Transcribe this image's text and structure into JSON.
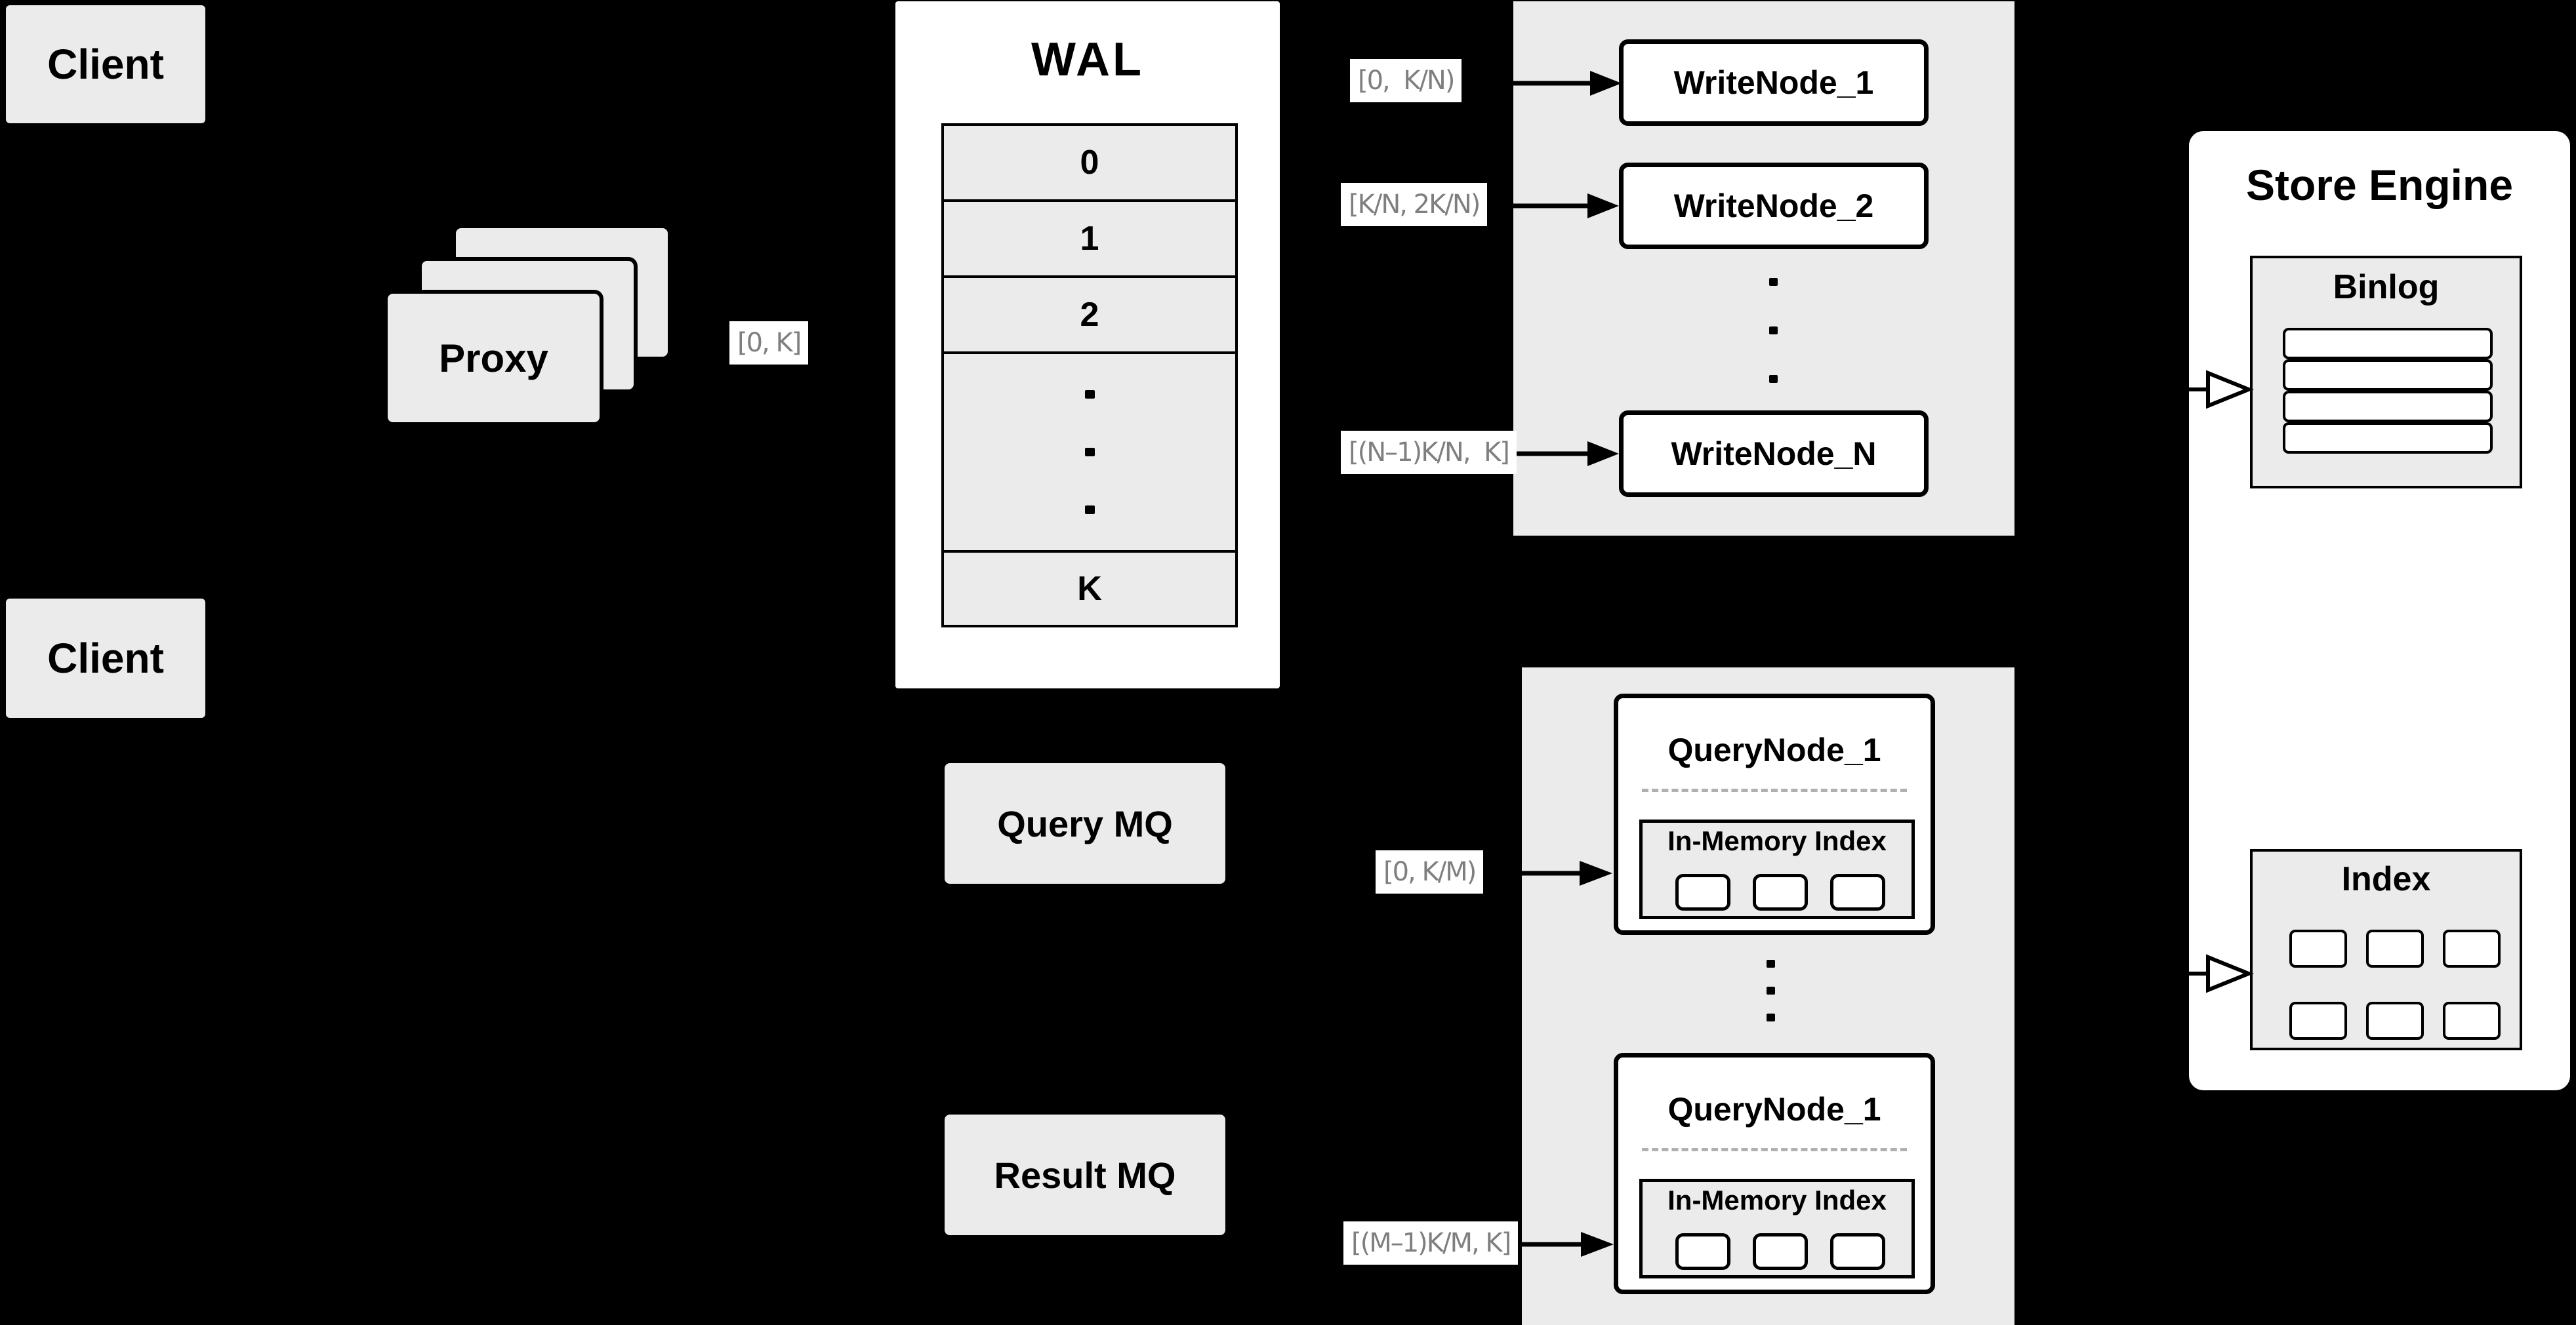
{
  "diagram": {
    "clients": {
      "top": "Client",
      "bottom": "Client"
    },
    "proxy": {
      "label": "Proxy"
    },
    "ranges": {
      "proxy_out": "[0, K]",
      "write_1": "[0,  K/N)",
      "write_2": "[K/N, 2K/N)",
      "write_n": "[(N–1)K/N,  K]",
      "query_1": "[0, K/M)",
      "query_m": "[(M–1)K/M, K]"
    },
    "wal": {
      "title": "WAL",
      "rows": [
        "0",
        "1",
        "2",
        "K"
      ]
    },
    "write_section": {
      "nodes": [
        "WriteNode_1",
        "WriteNode_2",
        "WriteNode_N"
      ]
    },
    "query_section": {
      "nodes": [
        {
          "title": "QueryNode_1",
          "inner_title": "In-Memory Index"
        },
        {
          "title": "QueryNode_1",
          "inner_title": "In-Memory Index"
        }
      ]
    },
    "mq": {
      "query": "Query MQ",
      "result": "Result MQ"
    },
    "store_engine": {
      "title": "Store Engine",
      "binlog_title": "Binlog",
      "index_title": "Index"
    },
    "colors": {
      "background": "#000000",
      "panel_gray": "#ebebeb",
      "box_white": "#ffffff",
      "stroke": "#000000",
      "range_text": "#7f7f7f"
    }
  }
}
